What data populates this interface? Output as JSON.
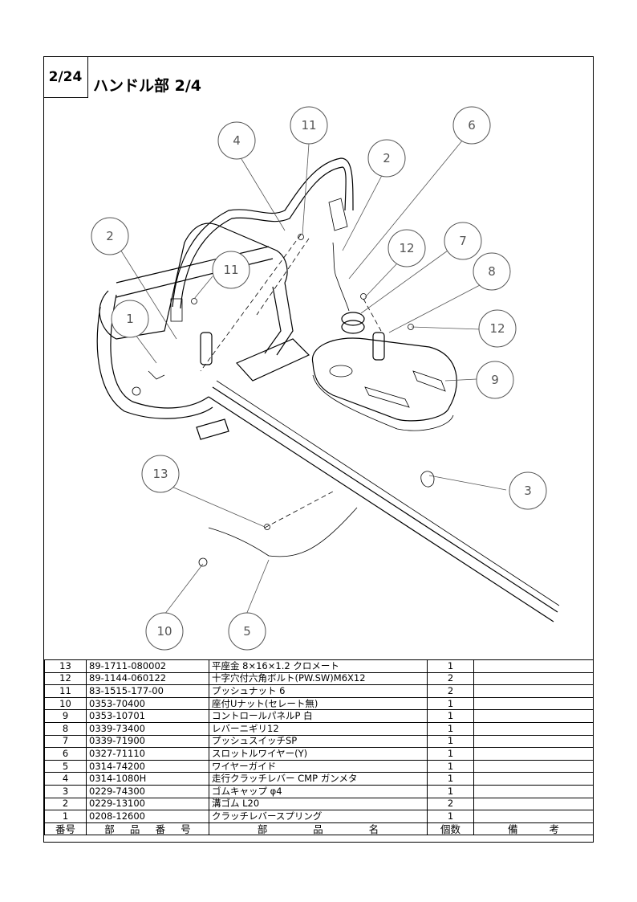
{
  "header": {
    "page_badge": "2/24",
    "title": "ハンドル部 2/4"
  },
  "callouts": [
    "11",
    "6",
    "4",
    "2",
    "12",
    "7",
    "2",
    "11",
    "8",
    "1",
    "12",
    "9",
    "3",
    "13",
    "10",
    "5"
  ],
  "parts_table": {
    "columns": [
      "番号",
      "部品番号",
      "部品名",
      "個数",
      "備考"
    ],
    "rows": [
      {
        "no": "13",
        "code": "89-1711-080002",
        "name": "平座金 8×16×1.2 クロメート",
        "qty": "1",
        "note": ""
      },
      {
        "no": "12",
        "code": "89-1144-060122",
        "name": "十字穴付六角ボルト(PW.SW)M6X12",
        "qty": "2",
        "note": ""
      },
      {
        "no": "11",
        "code": "83-1515-177-00",
        "name": "プッシュナット 6",
        "qty": "2",
        "note": ""
      },
      {
        "no": "10",
        "code": "0353-70400",
        "name": "座付Uナット(セレート無)",
        "qty": "1",
        "note": ""
      },
      {
        "no": "9",
        "code": "0353-10701",
        "name": "コントロールパネルP 白",
        "qty": "1",
        "note": ""
      },
      {
        "no": "8",
        "code": "0339-73400",
        "name": "レバーニギリ12",
        "qty": "1",
        "note": ""
      },
      {
        "no": "7",
        "code": "0339-71900",
        "name": "プッシュスイッチSP",
        "qty": "1",
        "note": ""
      },
      {
        "no": "6",
        "code": "0327-71110",
        "name": "スロットルワイヤー(Y)",
        "qty": "1",
        "note": ""
      },
      {
        "no": "5",
        "code": "0314-74200",
        "name": "ワイヤーガイド",
        "qty": "1",
        "note": ""
      },
      {
        "no": "4",
        "code": "0314-1080H",
        "name": "走行クラッチレバー CMP ガンメタ",
        "qty": "1",
        "note": ""
      },
      {
        "no": "3",
        "code": "0229-74300",
        "name": "ゴムキャップ φ4",
        "qty": "1",
        "note": ""
      },
      {
        "no": "2",
        "code": "0229-13100",
        "name": "溝ゴム L20",
        "qty": "2",
        "note": ""
      },
      {
        "no": "1",
        "code": "0208-12600",
        "name": "クラッチレバースプリング",
        "qty": "1",
        "note": ""
      }
    ]
  }
}
